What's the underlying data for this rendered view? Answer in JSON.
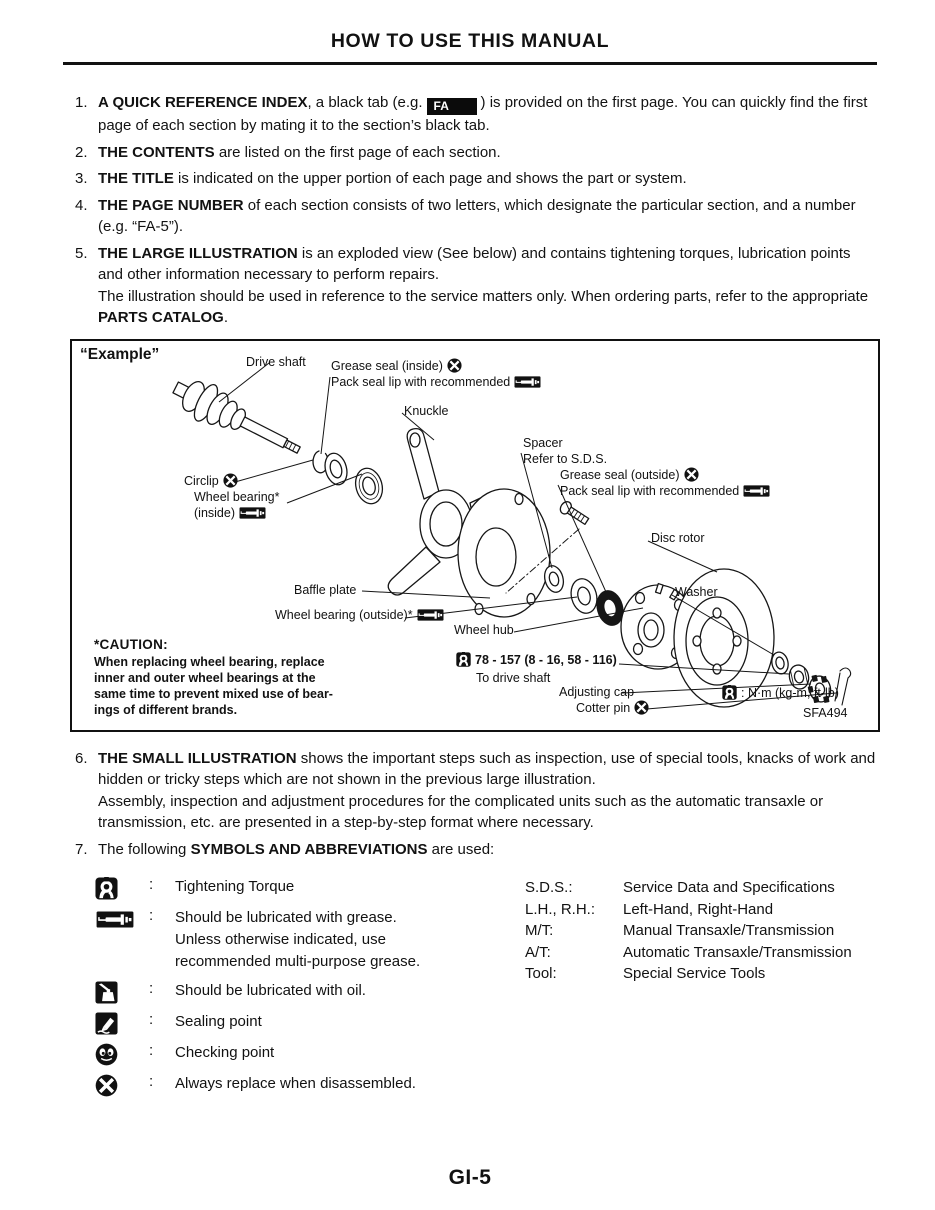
{
  "page": {
    "title": "HOW TO USE THIS MANUAL",
    "page_number": "GI-5"
  },
  "instructions": [
    {
      "num": "1.",
      "bold": "A QUICK REFERENCE INDEX",
      "mid": ", a black tab (e.g.",
      "tab_label": "FA",
      "after": ") is provided on the first page. You can quickly find the first page of each section by mating it to the section’s black tab."
    },
    {
      "num": "2.",
      "bold": "THE CONTENTS",
      "after": " are listed on the first page of each section."
    },
    {
      "num": "3.",
      "bold": "THE TITLE",
      "after": " is indicated on the upper portion of each page and shows the part or system."
    },
    {
      "num": "4.",
      "bold": "THE PAGE NUMBER",
      "after": " of each section consists of two letters, which designate the particular section, and a number (e.g. “FA-5”)."
    },
    {
      "num": "5.",
      "bold": "THE LARGE ILLUSTRATION",
      "after": " is an exploded view (See below) and contains tightening torques, lubrication points and other information necessary to perform repairs.",
      "para2_pre": "The illustration should be used in reference to the service matters only. When ordering parts, refer to the appropriate ",
      "para2_bold": "PARTS CATALOG",
      "para2_end": "."
    },
    {
      "num": "6.",
      "bold": "THE SMALL ILLUSTRATION",
      "after": " shows the important steps such as inspection, use of special tools, knacks of work and hidden or tricky steps which are not shown in the previous large illustration.",
      "para2": "Assembly, inspection and adjustment procedures for the complicated units such as the automatic transaxle or transmission, etc. are presented in a step-by-step format where necessary."
    },
    {
      "num": "7.",
      "pre": "The following ",
      "bold": "SYMBOLS AND ABBREVIATIONS",
      "after": " are used:"
    }
  ],
  "diagram": {
    "example_label": "“Example”",
    "figure_code": "SFA494",
    "labels": {
      "drive_shaft": "Drive shaft",
      "grease_seal_inside": "Grease seal (inside)",
      "pack_seal_lip": "Pack seal lip with recommended",
      "knuckle": "Knuckle",
      "spacer": "Spacer",
      "spacer_note": "Refer to S.D.S.",
      "grease_seal_outside": "Grease seal (outside)",
      "circlip": "Circlip",
      "wheel_bearing_inside_1": "Wheel bearing*",
      "wheel_bearing_inside_2": "(inside)",
      "disc_rotor": "Disc rotor",
      "baffle_plate": "Baffle plate",
      "wheel_bearing_outside": "Wheel bearing (outside)*",
      "wheel_hub": "Wheel hub",
      "washer": "Washer",
      "torque_spec": "78 - 157 (8 - 16, 58 - 116)",
      "torque_target": "To drive shaft",
      "adjusting_cap": "Adjusting cap",
      "cotter_pin": "Cotter pin",
      "units_note": ": N·m (kg-m, ft-lb)"
    },
    "caution": {
      "title": "*CAUTION:",
      "lines": [
        "When replacing wheel bearing, replace",
        "inner and outer wheel bearings at the",
        "same time to prevent mixed use of bear-",
        "ings of different brands."
      ]
    }
  },
  "symbols": {
    "items": [
      {
        "icon": "torque-icon",
        "label": "Tightening Torque"
      },
      {
        "icon": "grease-icon",
        "label": "Should be lubricated with grease.\nUnless otherwise indicated, use\nrecommended multi-purpose grease."
      },
      {
        "icon": "oil-icon",
        "label": "Should be lubricated with oil."
      },
      {
        "icon": "sealing-icon",
        "label": "Sealing point"
      },
      {
        "icon": "checking-icon",
        "label": "Checking point"
      },
      {
        "icon": "replace-icon",
        "label": "Always replace when disassembled."
      }
    ],
    "colon": ":"
  },
  "abbreviations": [
    {
      "abbr": "S.D.S.:",
      "meaning": "Service Data and Specifications"
    },
    {
      "abbr": "L.H., R.H.:",
      "meaning": "Left-Hand, Right-Hand"
    },
    {
      "abbr": "M/T:",
      "meaning": "Manual Transaxle/Transmission"
    },
    {
      "abbr": "A/T:",
      "meaning": "Automatic Transaxle/Transmission"
    },
    {
      "abbr": "Tool:",
      "meaning": "Special Service Tools"
    }
  ],
  "colors": {
    "ink": "#111111",
    "paper": "#ffffff"
  }
}
